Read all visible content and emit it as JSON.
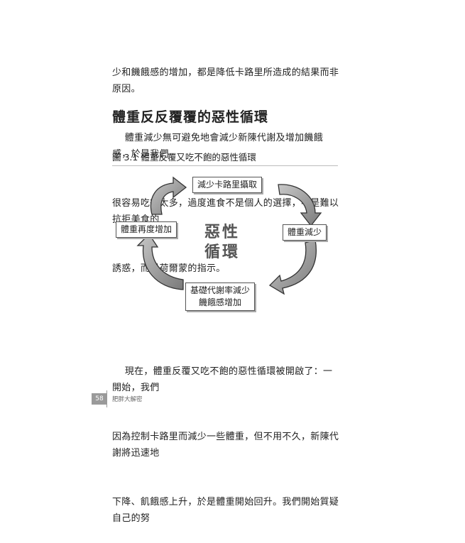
{
  "paragraph_top": {
    "line1": "少和饑餓感的增加，都是降低卡路里所造成的結果而非原因。",
    "line2": "    體重減少無可避免地會減少新陳代謝及增加饑餓感，於是我們",
    "line3": "很容易吃得太多，過度進食不是個人的選擇，不是難以抗拒美食的",
    "line4": "誘惑，而是荷爾蒙的指示。"
  },
  "heading": "體重反反覆覆的惡性循環",
  "figure": {
    "caption": "圖 3.1 體重反覆又吃不飽的惡性循環",
    "center_line1": "惡性",
    "center_line2": "循環",
    "box_top": "減少卡路里攝取",
    "box_right": "體重減少",
    "box_bottom_line1": "基礎代謝率減少",
    "box_bottom_line2": "饑餓感增加",
    "box_left": "體重再度增加",
    "arrow_color": "#8a8a8a"
  },
  "paragraph_bottom": {
    "line1": "    現在，體重反覆又吃不飽的惡性循環被開啟了：一開始，我們",
    "line2": "因為控制卡路里而減少一些體重，但不用不久，新陳代謝將迅速地",
    "line3": "下降、飢餓感上升，於是體重開始回升。我們開始質疑自己的努"
  },
  "footer": {
    "page_number": "58",
    "book_title": "肥胖大解密"
  }
}
